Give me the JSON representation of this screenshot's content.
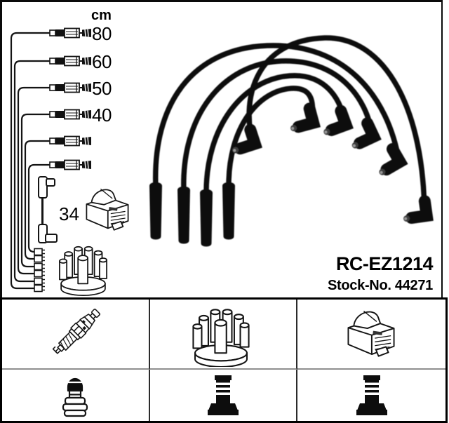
{
  "product": {
    "code": "RC-EZ1214",
    "stock_no": "Stock-No. 44271"
  },
  "ruler": {
    "unit": "cm",
    "values": [
      "80",
      "60",
      "50",
      "40"
    ],
    "coil_wire_value": "34"
  },
  "diagram": {
    "lead_rows": 6,
    "labeled_lengths_cm": [
      80,
      60,
      50,
      40
    ],
    "coil_wire_length_cm": 34,
    "parts_drawn": [
      "ignition-lead-ends",
      "coil-wire",
      "ignition-coil",
      "distributor-cap"
    ]
  },
  "photo": {
    "subject": "ignition-cable-set",
    "cables": 5,
    "straight_boots": 4,
    "angled_boots": 6
  },
  "legend": {
    "row1": [
      "spark-plug",
      "distributor-cap",
      "ignition-coil"
    ],
    "row2": [
      "plug-terminal",
      "distributor-terminal",
      "coil-terminal"
    ]
  },
  "colors": {
    "ink": "#141414",
    "cable": "#101010",
    "background": "#ffffff"
  }
}
